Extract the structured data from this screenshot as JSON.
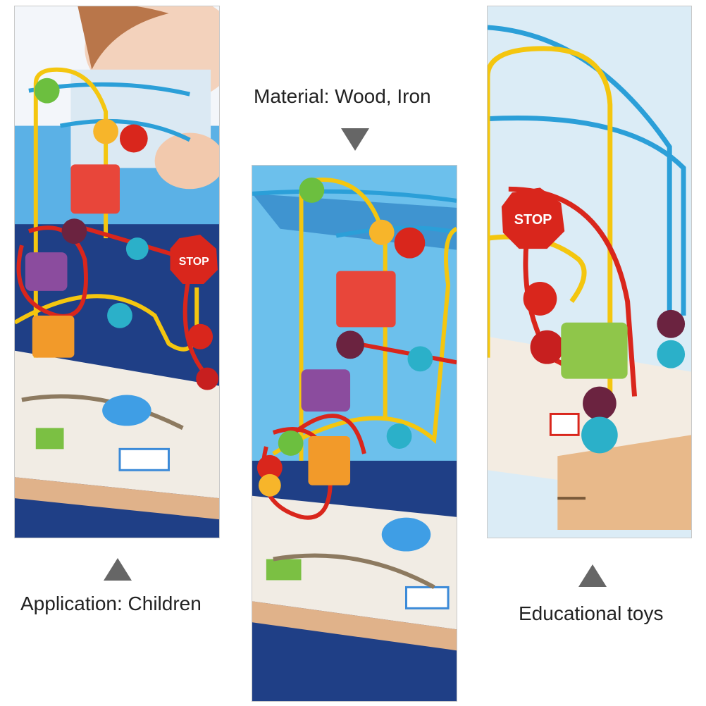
{
  "captions": {
    "material": "Material: Wood, Iron",
    "application": "Application: Children",
    "educational": "Educational toys"
  },
  "toy": {
    "sign_text": "STOP"
  },
  "colors": {
    "blue_bg": "#4aa8e0",
    "navy_bg": "#1f3f86",
    "wood": "#e8b98a",
    "yellow_wire": "#f4c60f",
    "red_wire": "#d9261c",
    "blue_wire": "#2b9fd8",
    "arrow": "#666666"
  }
}
